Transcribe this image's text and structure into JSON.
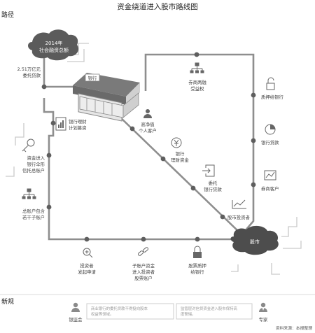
{
  "title": "资金绕道进入股市路线图",
  "section_path": "路径",
  "section_new_rules": "新规",
  "source_note": "资料来源：本报整理",
  "start_cloud": {
    "line1": "2014年",
    "line2": "社会融资总额"
  },
  "bank_label": "银行",
  "stock_market_label": "股市",
  "nodes": {
    "entrusted_loans": {
      "line1": "2.51万亿元",
      "line2": "委托贷款"
    },
    "wealth_plan": {
      "line1": "银行理财",
      "line2": "计划募资"
    },
    "trust_umbrella": {
      "line1": "资金进入",
      "line2": "银行伞形",
      "line3": "信托总账户"
    },
    "sub_accounts": {
      "line1": "总账户包含",
      "line2": "若干子账户"
    },
    "investor_apply": {
      "line1": "投资者",
      "line2": "发起申请"
    },
    "sub_account_funds": {
      "line1": "子账户资金",
      "line2": "进入投资者",
      "line3": "股票账户"
    },
    "stock_pledge": {
      "line1": "股票质押",
      "line2": "给银行"
    },
    "hnw_clients": {
      "line1": "高净值",
      "line2": "个人客户"
    },
    "bank_wm_funds": {
      "line1": "银行",
      "line2": "理财资金"
    },
    "entrusted_loan2": {
      "line1": "委托",
      "line2": "银行贷款"
    },
    "stock_investor": {
      "line1": "股市投资者"
    },
    "margin_rights": {
      "line1": "券商两融",
      "line2": "受益权"
    },
    "pledge_bank": {
      "line1": "质押给银行"
    },
    "bank_loan": {
      "line1": "银行贷款"
    },
    "broker_clients": {
      "line1": "券商客户"
    }
  },
  "regulators": [
    {
      "name": "银监会",
      "icon": "person-icon",
      "text1": "商业银行的委托贷款不得投向股本",
      "text2": "权益等领域。"
    },
    {
      "name": "专家",
      "icon": "expert-icon",
      "text1": "监管层对信贷资金进入股市保持高",
      "text2": "度警惕。"
    }
  ],
  "colors": {
    "rail": "#8e8e8e",
    "dot": "#5e5e5e",
    "cloud": "#5b5b5b",
    "bank_roof": "#7a7a7a",
    "box_border": "#cccccc"
  }
}
